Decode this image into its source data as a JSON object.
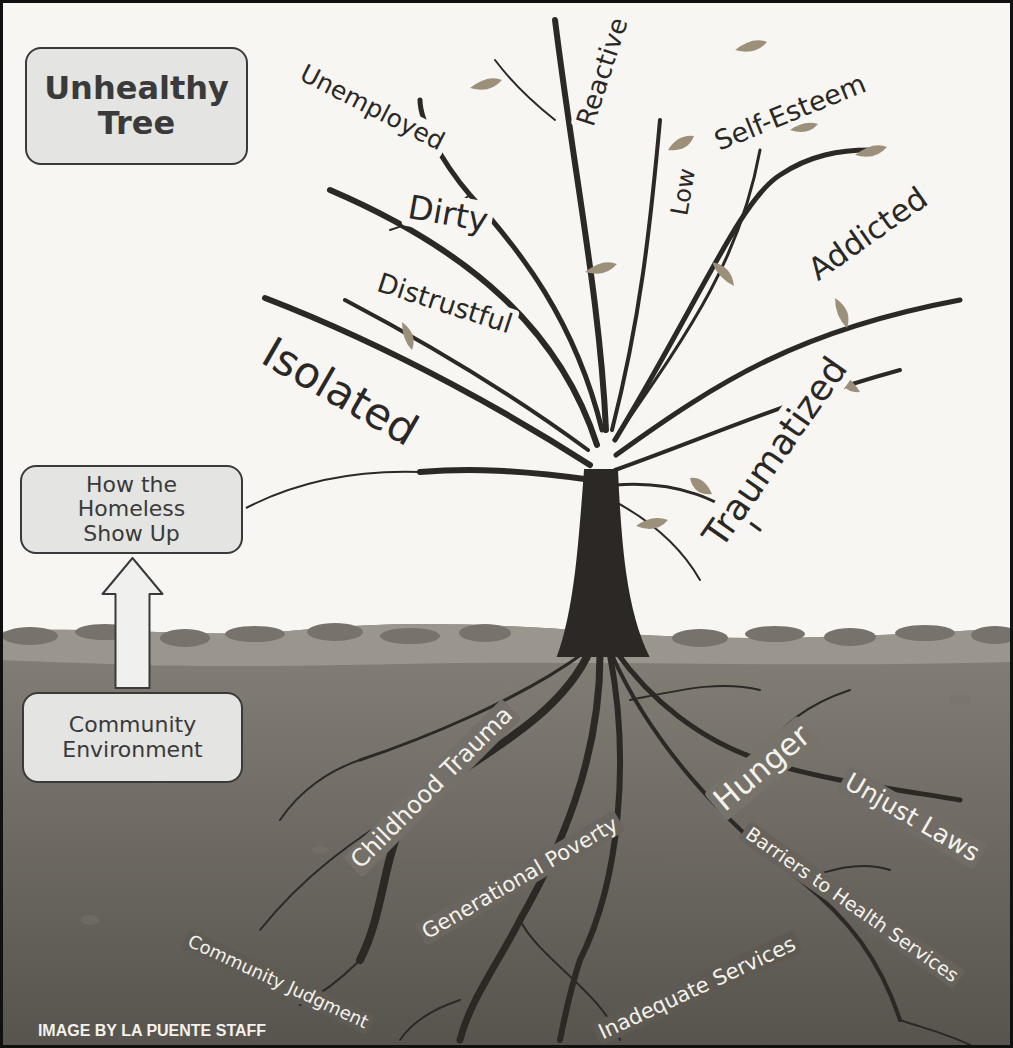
{
  "diagram": {
    "nodes": [
      {
        "text": [
          "Unhealthy Tree"
        ]
      },
      {
        "text": [
          "How the Homeless Show Up"
        ]
      },
      {
        "text": [
          "Community Environment"
        ]
      }
    ],
    "edges": [
      {
        "from": 2,
        "to": 1,
        "arrow": "to"
      }
    ],
    "labels": [
      "Reactive",
      "Unemployed",
      "Self-Esteem",
      "Low",
      "Dirty",
      "Addicted",
      "Distrustful",
      "Isolated",
      "Traumatized",
      "Childhood Trauma",
      "Hunger",
      "Unjust Laws",
      "Generational Poverty",
      "Barriers to Health Services",
      "Community Judgment",
      "Inadequate Services",
      "IMAGE BY LA PUENTE STAFF"
    ]
  }
}
